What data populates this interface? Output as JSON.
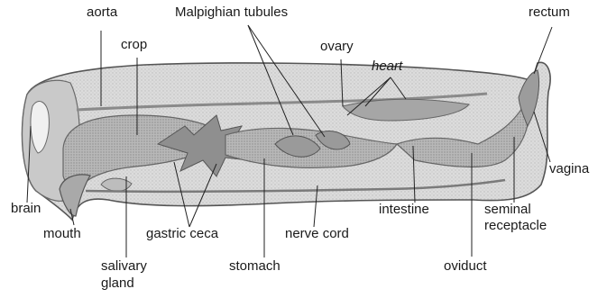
{
  "labels": {
    "aorta": "aorta",
    "malpighian_tubules": "Malpighian tubules",
    "rectum": "rectum",
    "crop": "crop",
    "ovary": "ovary",
    "heart": "heart",
    "vagina": "vagina",
    "brain": "brain",
    "intestine": "intestine",
    "seminal_receptacle_line1": "seminal",
    "seminal_receptacle_line2": "receptacle",
    "mouth": "mouth",
    "gastric_ceca": "gastric ceca",
    "nerve_cord": "nerve cord",
    "salivary_gland_line1": "salivary",
    "salivary_gland_line2": "gland",
    "stomach": "stomach",
    "oviduct": "oviduct"
  },
  "colors": {
    "body_fill": "#d9d9d9",
    "body_outline": "#555555",
    "gut_fill": "#b4b4b4",
    "organ_fill": "#8f8f8f",
    "leader_line": "#222222",
    "label_text": "#1a1a1a"
  }
}
